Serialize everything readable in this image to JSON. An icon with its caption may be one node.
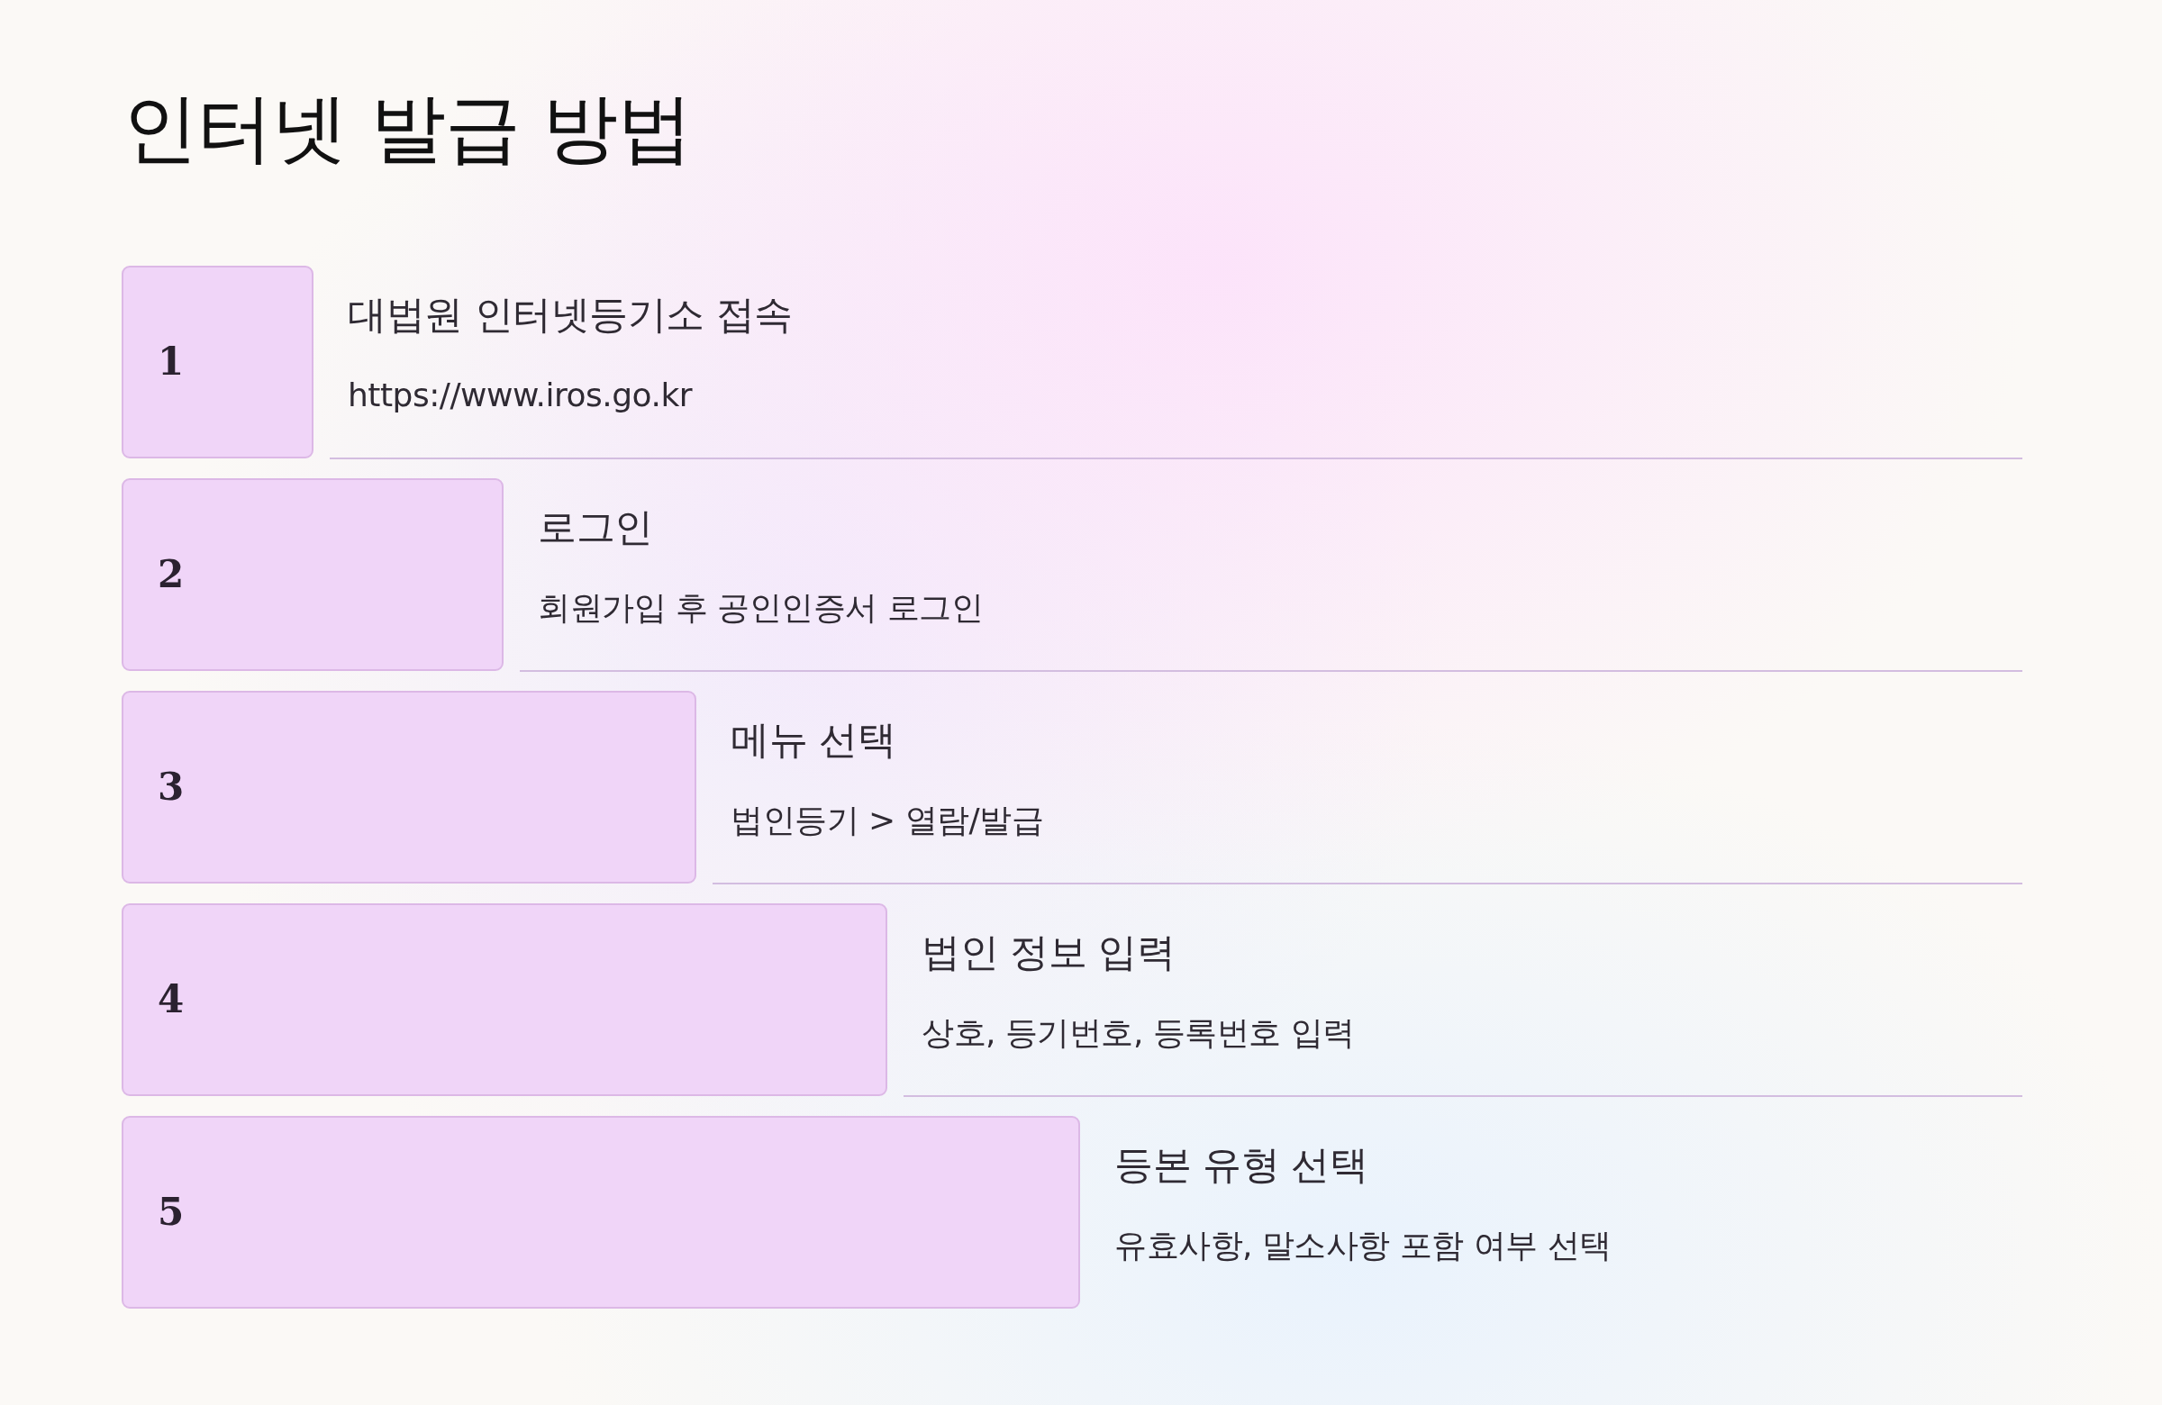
{
  "diagram": {
    "title": "인터넷 발급 방법",
    "nodes": [
      {
        "text": [
          "1"
        ],
        "beside": [
          "대법원 인터넷등기소 접속",
          "https://www.iros.go.kr"
        ]
      },
      {
        "text": [
          "2"
        ],
        "beside": [
          "로그인",
          "회원가입 후 공인인증서 로그인"
        ]
      },
      {
        "text": [
          "3"
        ],
        "beside": [
          "메뉴 선택",
          "법인등기 > 열람/발급"
        ]
      },
      {
        "text": [
          "4"
        ],
        "beside": [
          "법인 정보 입력",
          "상호, 등기번호, 등록번호 입력"
        ]
      },
      {
        "text": [
          "5"
        ],
        "beside": [
          "등본 유형 선택",
          "유효사항, 말소사항 포함 여부 선택"
        ]
      }
    ]
  }
}
